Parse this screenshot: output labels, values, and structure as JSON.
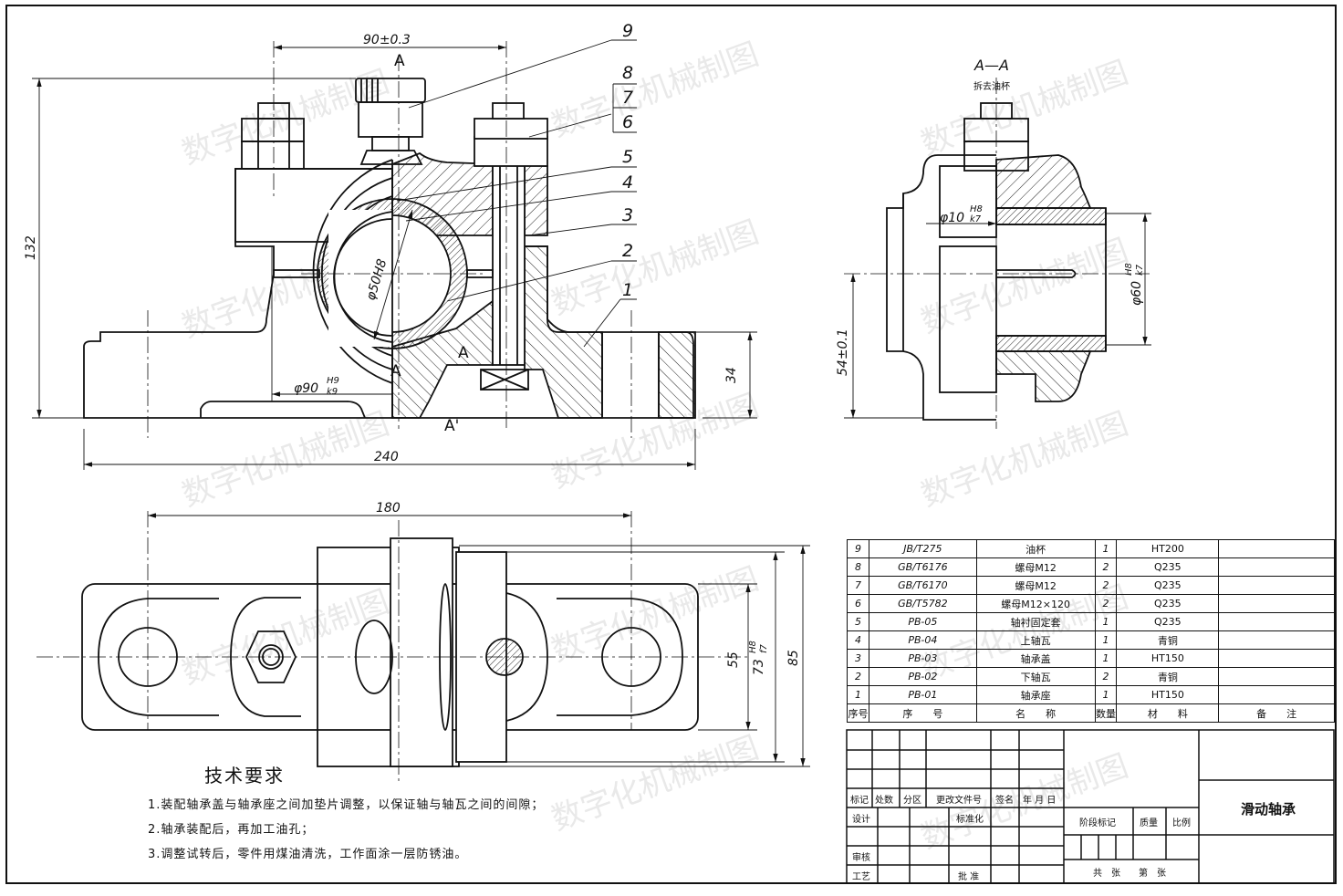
{
  "watermark": "数字化机械制图",
  "front_view": {
    "dims": {
      "bolt_spacing": "90±0.3",
      "height_total": "132",
      "base_length": "240",
      "base_height": "34",
      "bore_dia": "φ50H8",
      "bearing_fit_base": "φ90",
      "bearing_fit_num": "H9",
      "bearing_fit_den": "k9"
    },
    "section_marks": {
      "top": "A",
      "bottom_left": "A",
      "bottom_center": "A'",
      "arrow_label": "A"
    },
    "balloons": [
      "9",
      "8",
      "7",
      "6",
      "5",
      "4",
      "3",
      "2",
      "1"
    ]
  },
  "section_view": {
    "title": "A—A",
    "note": "拆去油杯",
    "dims": {
      "center_height": "54±0.1",
      "pin_base": "φ10",
      "pin_num": "H8",
      "pin_den": "k7",
      "bush_base": "φ60",
      "bush_num": "H8",
      "bush_den": "k7"
    }
  },
  "top_view": {
    "dims": {
      "length": "180",
      "width_inner": "55",
      "width_fit_base": "73",
      "width_fit_num": "H8",
      "width_fit_den": "f7",
      "width_total": "85"
    }
  },
  "tech_requirements": {
    "title": "技术要求",
    "items": [
      "1.装配轴承盖与轴承座之间加垫片调整，以保证轴与轴瓦之间的间隙；",
      "2.轴承装配后，再加工油孔；",
      "3.调整试转后，零件用煤油清洗，工作面涂一层防锈油。"
    ]
  },
  "parts_list": {
    "headers": [
      "序号",
      "序　　号",
      "名　　称",
      "数量",
      "材　　料",
      "备　　注"
    ],
    "rows": [
      {
        "no": "9",
        "code": "JB/T275",
        "name": "油杯",
        "qty": "1",
        "material": "HT200",
        "remark": ""
      },
      {
        "no": "8",
        "code": "GB/T6176",
        "name": "螺母M12",
        "qty": "2",
        "material": "Q235",
        "remark": ""
      },
      {
        "no": "7",
        "code": "GB/T6170",
        "name": "螺母M12",
        "qty": "2",
        "material": "Q235",
        "remark": ""
      },
      {
        "no": "6",
        "code": "GB/T5782",
        "name": "螺母M12×120",
        "qty": "2",
        "material": "Q235",
        "remark": ""
      },
      {
        "no": "5",
        "code": "PB-05",
        "name": "轴衬固定套",
        "qty": "1",
        "material": "Q235",
        "remark": ""
      },
      {
        "no": "4",
        "code": "PB-04",
        "name": "上轴瓦",
        "qty": "1",
        "material": "青铜",
        "remark": ""
      },
      {
        "no": "3",
        "code": "PB-03",
        "name": "轴承盖",
        "qty": "1",
        "material": "HT150",
        "remark": ""
      },
      {
        "no": "2",
        "code": "PB-02",
        "name": "下轴瓦",
        "qty": "2",
        "material": "青铜",
        "remark": ""
      },
      {
        "no": "1",
        "code": "PB-01",
        "name": "轴承座",
        "qty": "1",
        "material": "HT150",
        "remark": ""
      }
    ]
  },
  "title_block": {
    "drawing_title": "滑动轴承",
    "labels": {
      "mark": "标记",
      "count": "处数",
      "zone": "分区",
      "change_doc": "更改文件号",
      "signature": "签名",
      "date": "年 月 日",
      "design": "设计",
      "standardize": "标准化",
      "review": "审核",
      "process": "工艺",
      "approve": "批 准",
      "stage_mark": "阶段标记",
      "mass": "质量",
      "scale": "比例",
      "sheets": "共　张　　第　张"
    }
  }
}
